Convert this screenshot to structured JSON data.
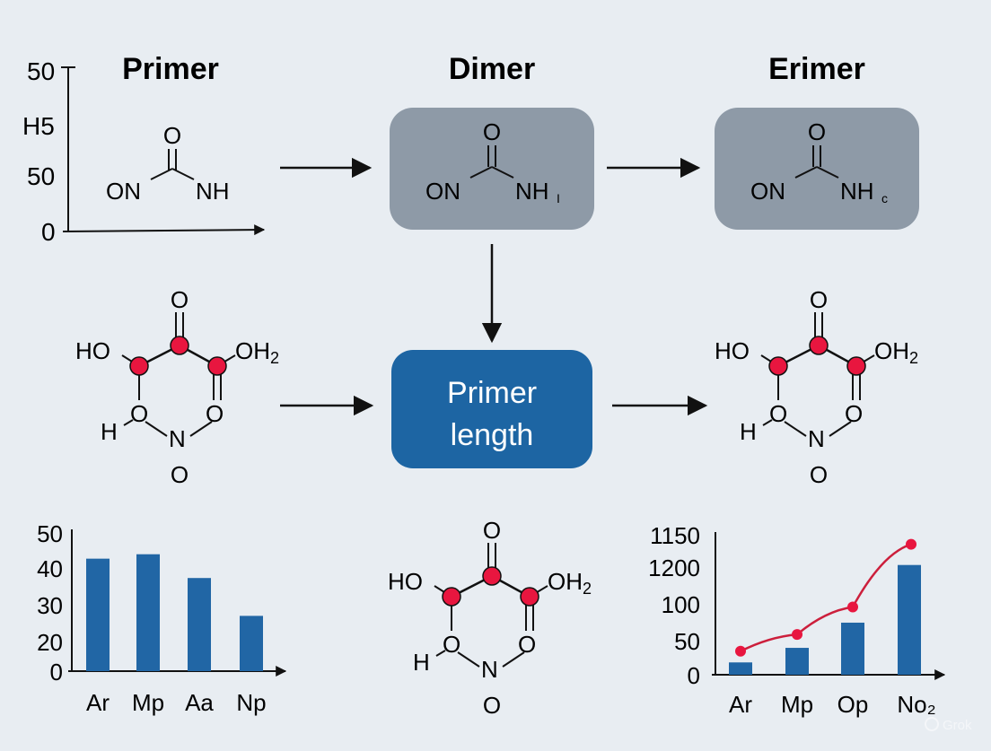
{
  "titles": {
    "left": "Primer",
    "center": "Dimer",
    "right": "Erimer"
  },
  "center_box": {
    "line1": "Primer",
    "line2": "length"
  },
  "molecule_top": {
    "top": "O",
    "left": "ON",
    "right": "NH"
  },
  "molecule_mid": {
    "top": "O",
    "left": "ON",
    "right": "NH",
    "sub": "I"
  },
  "molecule_right": {
    "top": "O",
    "left": "ON",
    "right": "NH",
    "sub": "c"
  },
  "ring_molecule": {
    "top": "O",
    "left": "HO",
    "right": "OH",
    "right_sub": "2",
    "ring_left": "O",
    "ring_right": "O",
    "h": "H",
    "n": "N",
    "bottom": "O"
  },
  "watermark": "Grok",
  "colors": {
    "box_gray": "#8e9aa7",
    "box_blue": "#1d65a3",
    "bar": "#2166a5",
    "node": "#e8163f",
    "line": "#cc1f3c"
  },
  "chart_data": [
    {
      "type": "line",
      "title": "",
      "y_ticks": [
        "0",
        "50",
        "H5",
        "50"
      ],
      "categories": [],
      "values": []
    },
    {
      "type": "bar",
      "categories": [
        "Ar",
        "Mp",
        "Aa",
        "Np"
      ],
      "values": [
        40.7,
        42.3,
        33.7,
        20.0
      ],
      "y_ticks": [
        "0",
        "20",
        "30",
        "40",
        "50"
      ],
      "ylim": [
        0,
        50
      ]
    },
    {
      "type": "bar",
      "categories": [
        "Ar",
        "Mp",
        "Op",
        "No₂"
      ],
      "y_ticks": [
        "0",
        "50",
        "100",
        "1200",
        "1150"
      ],
      "series": [
        {
          "type": "bar",
          "values": [
            22,
            48,
            93,
            196
          ]
        },
        {
          "type": "line",
          "values": [
            42,
            72,
            121,
            233
          ]
        }
      ],
      "ylim": [
        0,
        250
      ]
    }
  ]
}
